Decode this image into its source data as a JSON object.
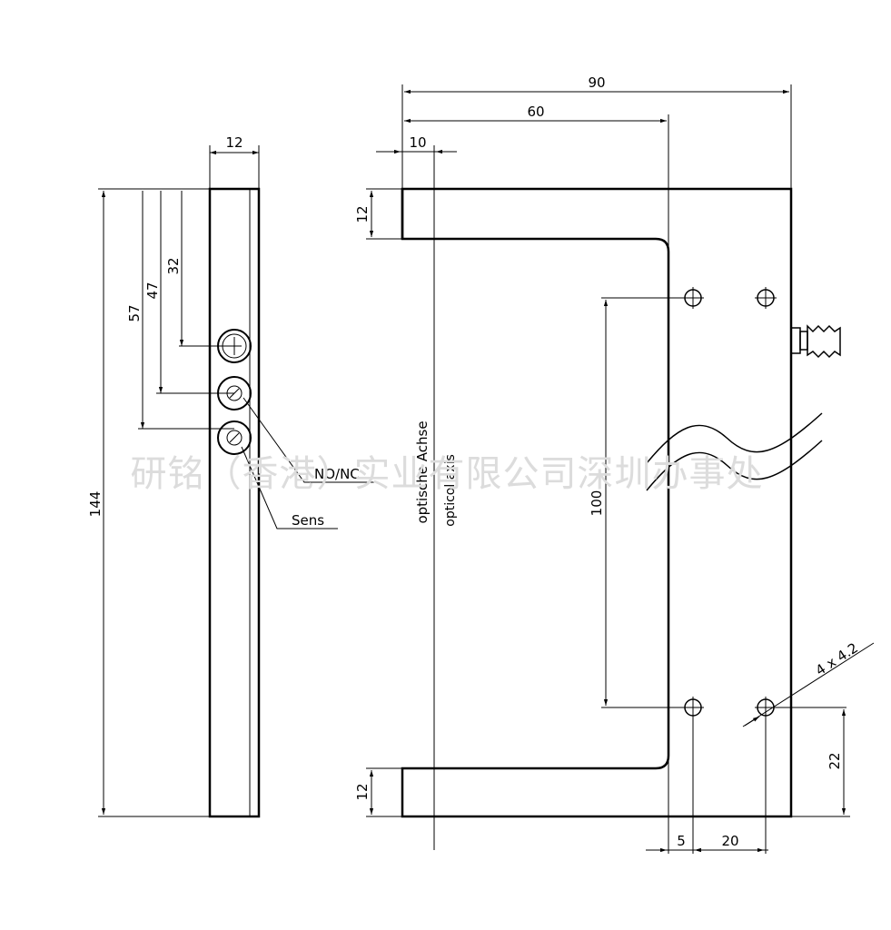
{
  "dimensions": {
    "side_width": "12",
    "total_height": "144",
    "d57": "57",
    "d47": "47",
    "d32": "32",
    "total_width": "90",
    "width_60": "60",
    "width_10": "10",
    "arm_top": "12",
    "arm_bottom": "12",
    "span_100": "100",
    "hole_from_bottom": "22",
    "offset_5": "5",
    "offset_20": "20",
    "holes": "4 x 4.2"
  },
  "labels": {
    "no_nc": "NO/NC",
    "sens": "Sens",
    "axis_de": "optische Achse",
    "axis_en": "opticol axis"
  },
  "watermark": "研铭（香港）实业有限公司深圳办事处",
  "colors": {
    "line": "#000000",
    "watermark": "#dcdcdc"
  }
}
